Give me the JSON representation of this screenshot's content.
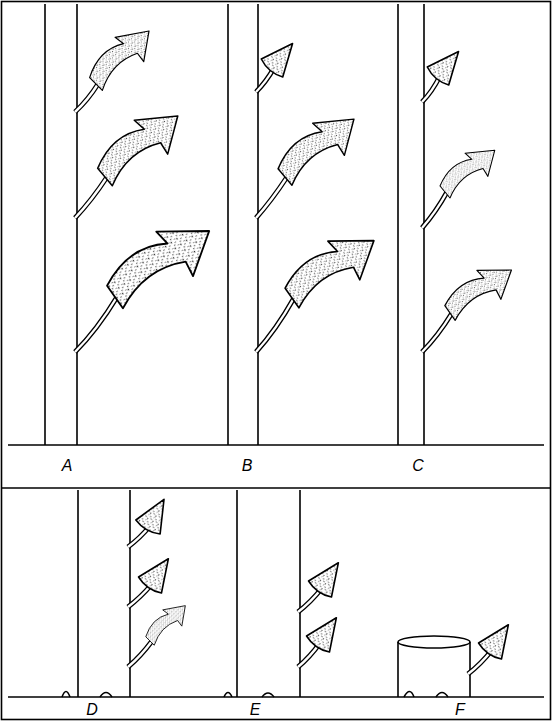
{
  "diagram": {
    "labels": [
      "A",
      "B",
      "C",
      "D",
      "E",
      "F"
    ]
  }
}
